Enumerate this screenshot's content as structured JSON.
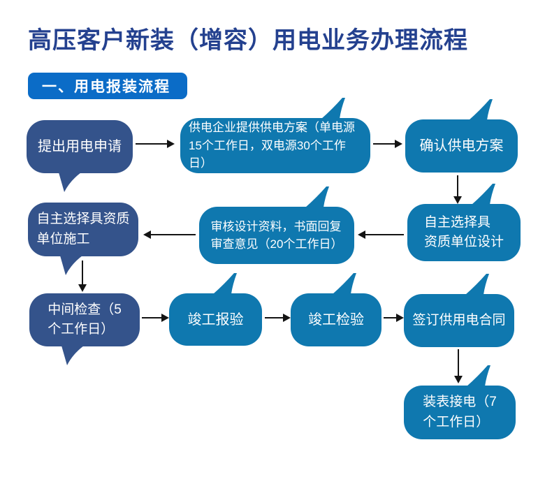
{
  "page": {
    "title": "高压客户新装（增容）用电业务办理流程"
  },
  "section": {
    "label": "一、用电报装流程"
  },
  "colors": {
    "dark_node": "#34538B",
    "blue_node": "#0F78AF",
    "banner": "#0B6CC7",
    "title_text": "#24418F",
    "arrow": "#141414",
    "node_text": "#FFFFFF"
  },
  "flow": {
    "nodes": [
      {
        "id": "apply",
        "style": "dark",
        "text": "提出用电申请"
      },
      {
        "id": "provide-plan",
        "style": "blue",
        "text": "供电企业提供供电方案（单电源\n15个工作日，双电源30个工作日）"
      },
      {
        "id": "confirm-plan",
        "style": "blue",
        "text": "确认供电方案"
      },
      {
        "id": "choose-designer",
        "style": "blue",
        "text": "自主选择具\n资质单位设计"
      },
      {
        "id": "review-design",
        "style": "blue",
        "text": "审核设计资料，书面回复\n审查意见（20个工作日）"
      },
      {
        "id": "choose-constructor",
        "style": "dark",
        "text": "自主选择具资质\n单位施工"
      },
      {
        "id": "interim-check",
        "style": "dark",
        "text": "中间检查（5\n个工作日）"
      },
      {
        "id": "completion-report",
        "style": "blue",
        "text": "竣工报验"
      },
      {
        "id": "completion-inspection",
        "style": "blue",
        "text": "竣工检验"
      },
      {
        "id": "sign-contract",
        "style": "blue",
        "text": "签订供用电合同"
      },
      {
        "id": "install-meter",
        "style": "blue",
        "text": "装表接电（7\n个工作日）"
      }
    ]
  }
}
